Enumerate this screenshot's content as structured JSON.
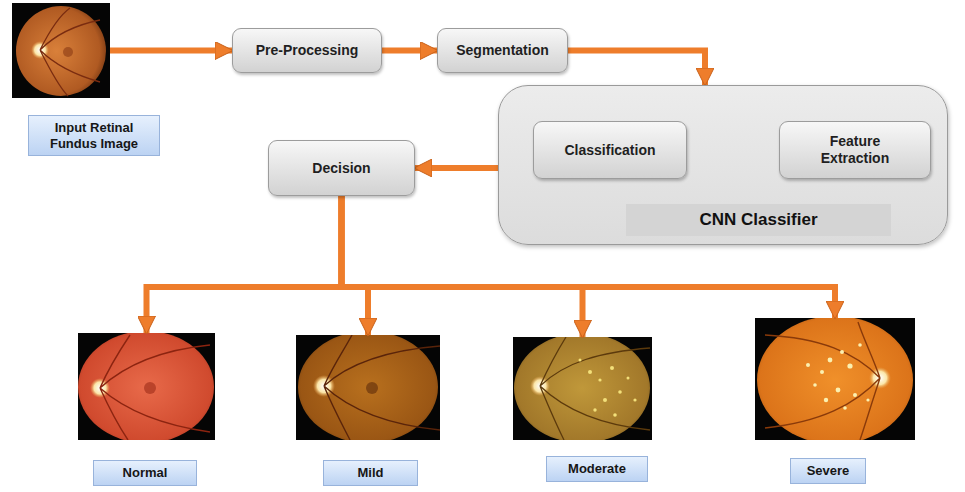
{
  "diagram": {
    "nodes": [
      {
        "text": [
          "Input Retinal Fundus Image"
        ]
      },
      {
        "text": [
          "Pre-Processing"
        ]
      },
      {
        "text": [
          "Segmentation"
        ]
      },
      {
        "text": [
          "CNN Classifier"
        ]
      },
      {
        "text": [
          "Classification"
        ],
        "in": 3
      },
      {
        "text": [
          "Feature Extraction"
        ],
        "in": 3
      },
      {
        "text": [
          "Decision"
        ]
      },
      {
        "text": [
          "Normal"
        ]
      },
      {
        "text": [
          "Mild"
        ]
      },
      {
        "text": [
          "Moderate"
        ]
      },
      {
        "text": [
          "Severe"
        ]
      }
    ],
    "edges": [
      {
        "from": 0,
        "to": 1,
        "arrow": "to"
      },
      {
        "from": 1,
        "to": 2,
        "arrow": "to"
      },
      {
        "from": 2,
        "to": 3,
        "arrow": "to"
      },
      {
        "from": 5,
        "to": 4,
        "arrow": "to"
      },
      {
        "from": 3,
        "to": 6,
        "arrow": "to"
      },
      {
        "from": 6,
        "to": 7,
        "arrow": "to"
      },
      {
        "from": 6,
        "to": 8,
        "arrow": "to"
      },
      {
        "from": 6,
        "to": 9,
        "arrow": "to"
      },
      {
        "from": 6,
        "to": 10,
        "arrow": "to"
      }
    ]
  }
}
